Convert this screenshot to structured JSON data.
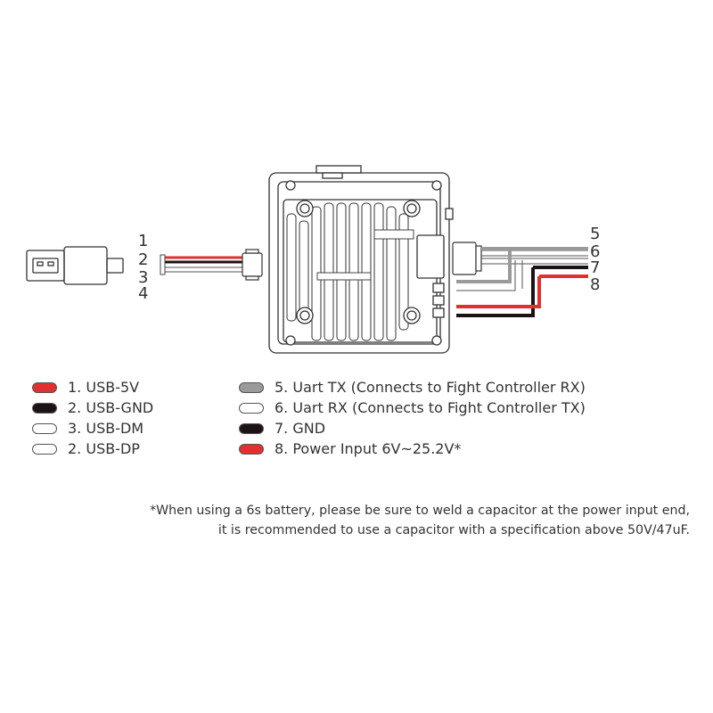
{
  "pins_left": [
    "1",
    "2",
    "3",
    "4"
  ],
  "pins_right": [
    "5",
    "6",
    "7",
    "8"
  ],
  "legend_left": [
    {
      "label": "1. USB-5V",
      "color": "#e03030"
    },
    {
      "label": "2. USB-GND",
      "color": "#1c1414"
    },
    {
      "label": "3. USB-DM",
      "color": "#ffffff"
    },
    {
      "label": "2. USB-DP",
      "color": "#ffffff"
    }
  ],
  "legend_right": [
    {
      "label": "5. Uart TX (Connects to Fight Controller RX)",
      "color": "#9a9a9a"
    },
    {
      "label": "6. Uart RX (Connects to Fight Controller TX)",
      "color": "#ffffff"
    },
    {
      "label": "7. GND",
      "color": "#1c1414"
    },
    {
      "label": "8. Power Input 6V~25.2V*",
      "color": "#e03030"
    }
  ],
  "note": {
    "line1": "*When using a 6s battery, please be sure to weld a capacitor at the power input end,",
    "line2": "it is recommended to use a capacitor with a specification above 50V/47uF."
  }
}
